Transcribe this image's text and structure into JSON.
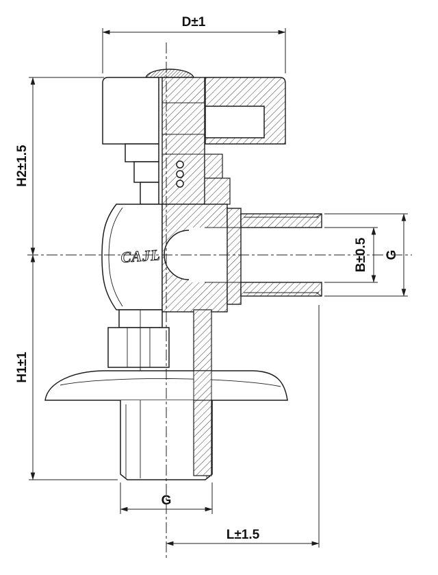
{
  "drawing": {
    "logo": "CAJL",
    "colors": {
      "line": "#1c1c1c",
      "background": "#ffffff"
    },
    "dimensions": {
      "top_width": "D±1",
      "upper_height": "H2±1.5",
      "lower_height": "H1±1",
      "outlet_bore": "B±0.5",
      "outlet_thread": "G",
      "inlet_thread": "G",
      "overall_length": "L±1.5"
    }
  }
}
